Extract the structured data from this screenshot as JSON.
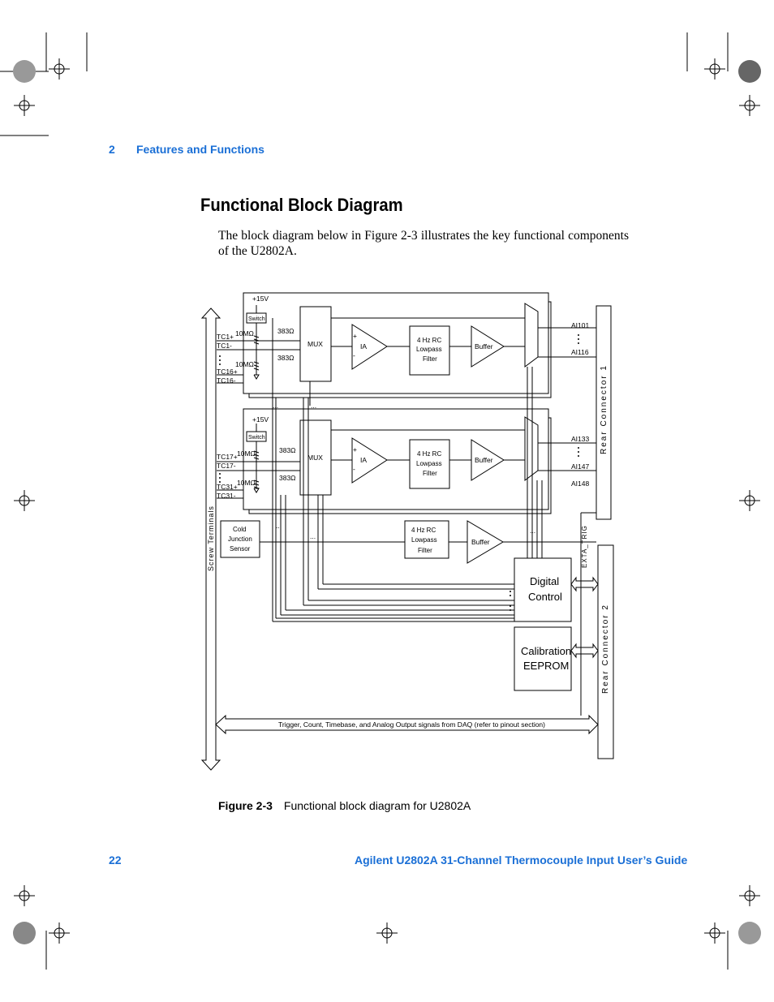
{
  "header": {
    "chapter_number": "2",
    "chapter_title": "Features and Functions"
  },
  "section_title": "Functional Block Diagram",
  "intro_text": "The block diagram below in Figure 2-3 illustrates the key functional components of the U2802A.",
  "figure": {
    "caption_label": "Figure 2-3",
    "caption_text": "Functional block diagram for U2802A",
    "labels": {
      "screw_terminals": "Screw Terminals",
      "rear_connector_1": "Rear Connector 1",
      "rear_connector_2": "Rear Connector 2",
      "v15": "+15V",
      "switch": "Switch",
      "r10m": "10MΩ",
      "r383": "383Ω",
      "mux": "MUX",
      "ia": "IA",
      "plus": "+",
      "minus": "-",
      "filter_l1": "4 Hz RC",
      "filter_l2": "Lowpass",
      "filter_l3": "Filter",
      "buffer": "Buffer",
      "tc1p": "TC1+",
      "tc1m": "TC1-",
      "tc16p": "TC16+",
      "tc16m": "TC16-",
      "tc17p": "TC17+",
      "tc17m": "TC17-",
      "tc31p": "TC31+",
      "tc31m": "TC31-",
      "ai101": "AI101",
      "ai116": "AI116",
      "ai133": "AI133",
      "ai147": "AI147",
      "ai148": "AI148",
      "cold_l1": "Cold",
      "cold_l2": "Junction",
      "cold_l3": "Sensor",
      "digital_l1": "Digital",
      "digital_l2": "Control",
      "cal_l1": "Calibration",
      "cal_l2": "EEPROM",
      "ext_trig": "EXTA_TRIG",
      "bus": "Trigger, Count, Timebase, and Analog Output signals from DAQ (refer to pinout section)",
      "dots": "..."
    }
  },
  "footer": {
    "page_number": "22",
    "guide_title": "Agilent U2802A 31-Channel Thermocouple Input User’s Guide"
  }
}
